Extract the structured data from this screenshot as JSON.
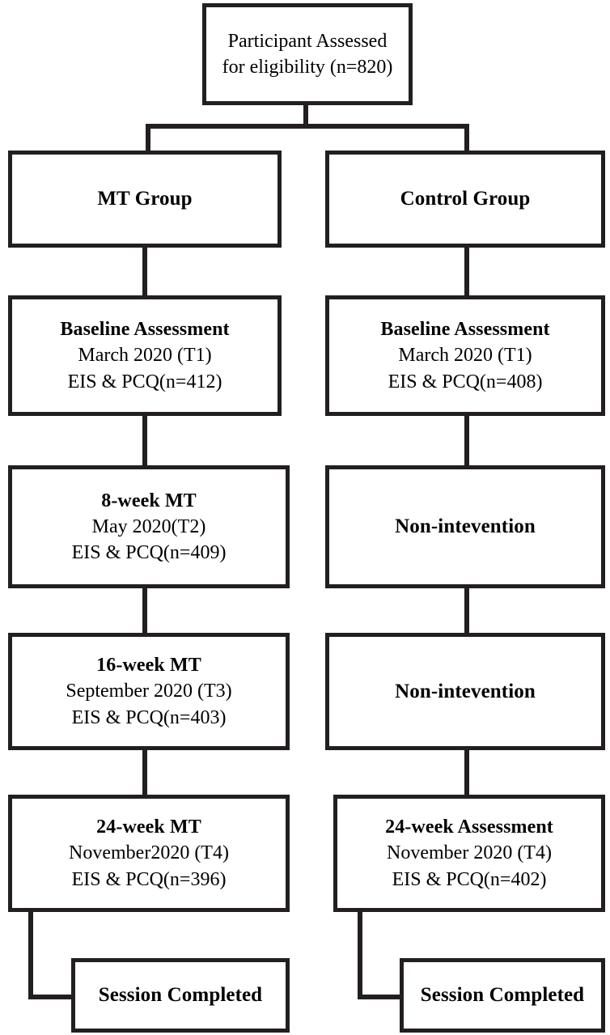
{
  "diagram": {
    "type": "study-flow-chart",
    "line_color": "#231f20",
    "background": "#ffffff",
    "nodes": {
      "enrollment": {
        "title": "Participant Assessed",
        "line2": "for eligibility (n=820)"
      },
      "mt_group": {
        "title": "MT Group"
      },
      "control_group": {
        "title": "Control Group"
      },
      "mt_baseline": {
        "title": "Baseline Assessment",
        "line2": "March 2020 (T1)",
        "line3": "EIS & PCQ(n=412)"
      },
      "control_baseline": {
        "title": "Baseline Assessment",
        "line2": "March 2020 (T1)",
        "line3": "EIS & PCQ(n=408)"
      },
      "mt_week8": {
        "title": "8-week MT",
        "line2": "May 2020(T2)",
        "line3": "EIS & PCQ(n=409)"
      },
      "control_week8": {
        "title": "Non-intevention"
      },
      "mt_week16": {
        "title": "16-week MT",
        "line2": "September 2020 (T3)",
        "line3": "EIS & PCQ(n=403)"
      },
      "control_week16": {
        "title": "Non-intevention"
      },
      "mt_week24": {
        "title": "24-week MT",
        "line2": "November2020 (T4)",
        "line3": "EIS & PCQ(n=396)"
      },
      "control_week24": {
        "title": "24-week Assessment",
        "line2": "November 2020 (T4)",
        "line3": "EIS & PCQ(n=402)"
      },
      "mt_completed": {
        "title": "Session Completed"
      },
      "control_completed": {
        "title": "Session Completed"
      }
    }
  }
}
